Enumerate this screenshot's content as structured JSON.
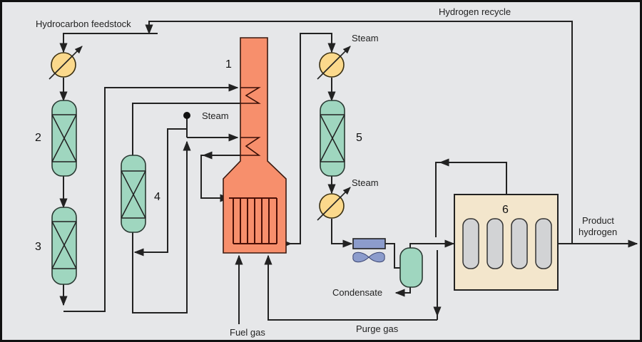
{
  "diagram": {
    "title": "Hydrogen plant steam reforming process flow",
    "labels": {
      "hydrocarbon_feedstock": "Hydrocarbon feedstock",
      "hydrogen_recycle": "Hydrogen recycle",
      "steam_top_left": "Steam",
      "steam_hx_top": "Steam",
      "steam_hx_bottom": "Steam",
      "condensate": "Condensate",
      "fuel_gas": "Fuel gas",
      "purge_gas": "Purge gas",
      "product_hydrogen_line1": "Product",
      "product_hydrogen_line2": "hydrogen"
    },
    "units": [
      {
        "id": "1",
        "label": "1",
        "kind": "reformer-furnace"
      },
      {
        "id": "2",
        "label": "2",
        "kind": "reactor-vessel"
      },
      {
        "id": "3",
        "label": "3",
        "kind": "reactor-vessel"
      },
      {
        "id": "4",
        "label": "4",
        "kind": "reactor-vessel"
      },
      {
        "id": "5",
        "label": "5",
        "kind": "shift-converter"
      },
      {
        "id": "6",
        "label": "6",
        "kind": "psa-unit"
      }
    ],
    "colors": {
      "background": "#e6e7e9",
      "furnace": "#f78f6c",
      "vessel": "#9fd6bf",
      "heat_exchanger": "#fbd98c",
      "psa_box": "#f3e6cc",
      "psa_bed": "#d2d3d5",
      "air_cooler": "#8c9ccc",
      "line": "#222222"
    }
  }
}
